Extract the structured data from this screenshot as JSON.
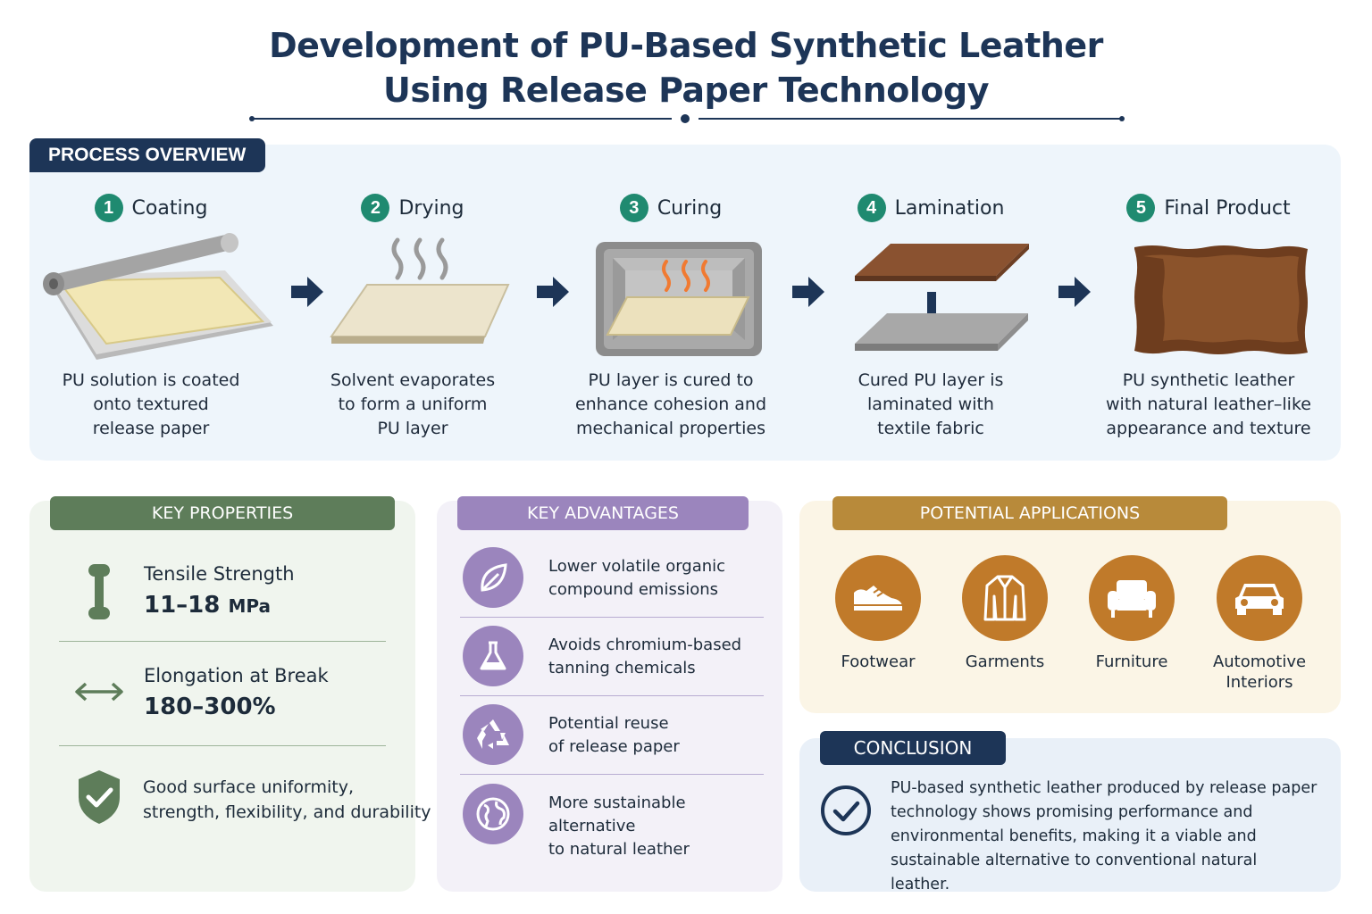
{
  "title": {
    "line1": "Development of PU-Based Synthetic Leather",
    "line2": "Using Release Paper Technology"
  },
  "process": {
    "tag": "PROCESS OVERVIEW",
    "steps": [
      {
        "number": "1",
        "name": "Coating",
        "desc": [
          "PU solution is coated",
          "onto textured",
          "release paper"
        ],
        "icon": "coating-roll-icon"
      },
      {
        "number": "2",
        "name": "Drying",
        "desc": [
          "Solvent evaporates",
          "to form a uniform",
          "PU layer"
        ],
        "icon": "drying-steam-icon"
      },
      {
        "number": "3",
        "name": "Curing",
        "desc": [
          "PU layer is cured to",
          "enhance cohesion and",
          "mechanical properties"
        ],
        "icon": "curing-oven-icon"
      },
      {
        "number": "4",
        "name": "Lamination",
        "desc": [
          "Cured PU layer is",
          "laminated with",
          "textile fabric"
        ],
        "icon": "lamination-icon"
      },
      {
        "number": "5",
        "name": "Final Product",
        "desc": [
          "PU synthetic leather",
          "with natural leather–like",
          "appearance and texture"
        ],
        "icon": "leather-sheet-icon"
      }
    ]
  },
  "properties": {
    "tag": "KEY PROPERTIES",
    "tensile": {
      "label": "Tensile Strength",
      "value": "11–18",
      "unit": "MPa"
    },
    "elongation": {
      "label": "Elongation at Break",
      "value": "180–300%"
    },
    "note": [
      "Good surface uniformity,",
      "strength, flexibility, and durability"
    ]
  },
  "advantages": {
    "tag": "KEY ADVANTAGES",
    "items": [
      {
        "lines": [
          "Lower volatile organic",
          "compound emissions"
        ],
        "icon": "leaf-icon"
      },
      {
        "lines": [
          "Avoids chromium-based",
          "tanning chemicals"
        ],
        "icon": "flask-icon"
      },
      {
        "lines": [
          "Potential reuse",
          "of release paper"
        ],
        "icon": "recycle-icon"
      },
      {
        "lines": [
          "More sustainable alternative",
          "to natural leather"
        ],
        "icon": "globe-icon"
      }
    ]
  },
  "applications": {
    "tag": "POTENTIAL APPLICATIONS",
    "items": [
      {
        "lines": [
          "Footwear"
        ],
        "icon": "shoe-icon"
      },
      {
        "lines": [
          "Garments"
        ],
        "icon": "jacket-icon"
      },
      {
        "lines": [
          "Furniture"
        ],
        "icon": "armchair-icon"
      },
      {
        "lines": [
          "Automotive",
          "Interiors"
        ],
        "icon": "car-icon"
      }
    ]
  },
  "conclusion": {
    "tag": "CONCLUSION",
    "lines": [
      "PU-based synthetic leather produced by release paper",
      "technology shows promising performance and",
      "environmental benefits, making it a viable and",
      "sustainable alternative to conventional natural leather."
    ]
  },
  "colors": {
    "navy": "#1d3557",
    "teal": "#1f8a70",
    "green": "#5e7d5a",
    "purple": "#9b85bd",
    "gold": "#b88a3a",
    "orange": "#c07a2a"
  }
}
